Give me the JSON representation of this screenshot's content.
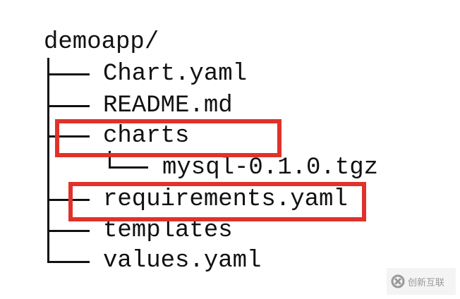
{
  "tree": {
    "root": "demoapp/",
    "items": [
      {
        "label": "Chart.yaml",
        "highlighted": false
      },
      {
        "label": "README.md",
        "highlighted": false
      },
      {
        "label": "charts",
        "highlighted": true,
        "children": [
          {
            "label": "mysql-0.1.0.tgz"
          }
        ]
      },
      {
        "label": "requirements.yaml",
        "highlighted": true
      },
      {
        "label": "templates",
        "highlighted": false
      },
      {
        "label": "values.yaml",
        "highlighted": false
      }
    ]
  },
  "highlight_color": "#e0322a",
  "watermark": {
    "text": "创新互联",
    "icon": "brand-logo-icon"
  }
}
